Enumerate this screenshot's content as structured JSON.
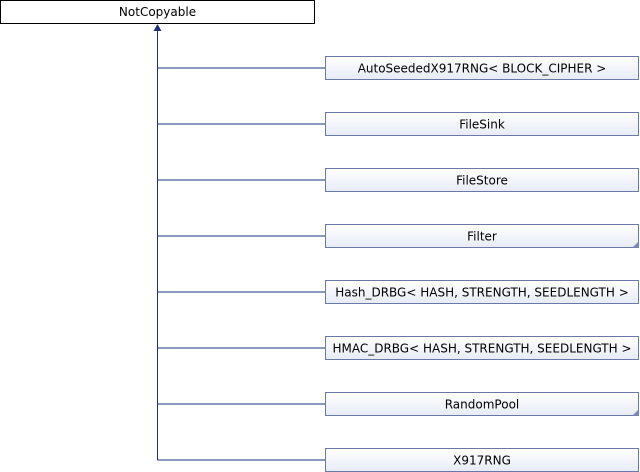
{
  "root": {
    "label": "NotCopyable"
  },
  "children": [
    {
      "label": "AutoSeededX917RNG< BLOCK_CIPHER >",
      "has_more": false
    },
    {
      "label": "FileSink",
      "has_more": false
    },
    {
      "label": "FileStore",
      "has_more": false
    },
    {
      "label": "Filter",
      "has_more": true
    },
    {
      "label": "Hash_DRBG< HASH, STRENGTH, SEEDLENGTH >",
      "has_more": false
    },
    {
      "label": "HMAC_DRBG< HASH, STRENGTH, SEEDLENGTH >",
      "has_more": false
    },
    {
      "label": "RandomPool",
      "has_more": true
    },
    {
      "label": "X917RNG",
      "has_more": false
    }
  ],
  "colors": {
    "edge": "#1e2f7a",
    "node_fill_top": "#ffffff",
    "node_fill_bottom": "#e7ebf4",
    "node_border": "#6a78a8",
    "root_border": "#000000"
  }
}
